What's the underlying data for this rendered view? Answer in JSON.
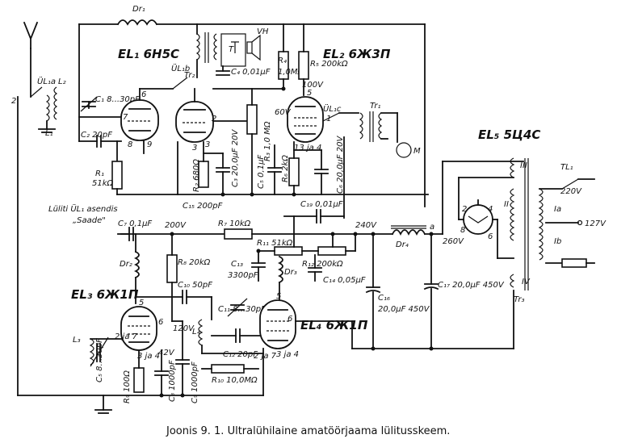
{
  "caption": {
    "text": "Joonis 9. 1. Ultralühilaine amatöörjaama lülitusskeem."
  },
  "tubes": {
    "el1": "EL₁ 6Н5С",
    "el2": "EL₂ 6Ж3П",
    "el3": "EL₃ 6Ж1П",
    "el4": "EL₄ 6Ж1П",
    "el5": "EL₅ 5Ц4С"
  },
  "chokes": {
    "dr1": "Dr₁",
    "dr2": "Dr₂",
    "dr3": "Dr₃",
    "dr4": "Dr₄"
  },
  "switches": {
    "ul1a": "ÜL₁a",
    "ul1b": "ÜL₁b",
    "ul1c": "ÜL₁c",
    "note_line1": "Lüliti ÜL₁ asendis",
    "note_line2": "„Saade\""
  },
  "coils": {
    "l1": "L₁",
    "l2": "L₂",
    "l3": "L₃",
    "l4": "L₄"
  },
  "transformers": {
    "tr1": "Tr₁",
    "tr2": "Tr₂",
    "tr3": "Tr₃",
    "winding_3": "III",
    "winding_2": "II",
    "winding_4": "IV",
    "winding_1a": "Ia",
    "winding_1b": "Ib"
  },
  "headphones": {
    "t": "T",
    "vh": "VH",
    "m": "M"
  },
  "antenna_pin": "2",
  "resistors": {
    "r1": "R₁",
    "r1_val": "51kΩ",
    "r2": "R₂ 680Ω",
    "r3": "R₃ 1,0 MΩ",
    "r4": "R₄",
    "r4_val": "1,0MΩ",
    "r5": "R₅ 200kΩ",
    "r6": "R₆ 2kΩ",
    "r7": "R₇ 10kΩ",
    "r8": "R₈ 20kΩ",
    "r9": "R₉ 100Ω",
    "r10": "R₁₀ 10,0MΩ",
    "r11": "R₁₁ 51kΩ",
    "r12": "R₁₂ 200kΩ"
  },
  "capacitors": {
    "c1": "C₁ 8...30pF",
    "c2": "C₂ 20pF",
    "c3": "C₃ 20,0μF 20V",
    "c4": "C₄ 0,01μF",
    "c5": "C₅ 0,1μF",
    "c6": "C₆ 20,0μF 20V",
    "c7": "C₇ 0,1μF",
    "c8": "C₈ 1000pF",
    "c9": "C₉ 1000pF",
    "c10": "C₁₀ 50pF",
    "c11": "C₁₁ 8...30pF",
    "c12": "C₁₂ 20pF",
    "c13": "C₁₃",
    "c13_val": "3300pF",
    "c14": "C₁₄ 0,05μF",
    "c15": "C₁₅ 200pF",
    "c16": "C₁₆",
    "c16_val": "20,0μF 450V",
    "c17": "C₁₇ 20,0μF 450V",
    "c18": "C₅ 8...30pF",
    "c19": "C₁₉ 0,01μF"
  },
  "voltages": {
    "v100": "100V",
    "v60": "60V",
    "v200": "200V",
    "v240": "240V",
    "v260": "260V",
    "v120": "120V",
    "v42": "42V",
    "v220": "220V",
    "v127": "127V",
    "node_a": "a",
    "tl1": "TL₁"
  },
  "pins": {
    "p1": "1",
    "p2": "2",
    "p3": "3",
    "p4": "4",
    "p5": "5",
    "p6": "6",
    "p7": "7",
    "p8": "8",
    "p9": "9",
    "p2ja7": "2 ja 7",
    "p3ja4": "3 ja 4",
    "p13ja4": "13 ja 4"
  }
}
